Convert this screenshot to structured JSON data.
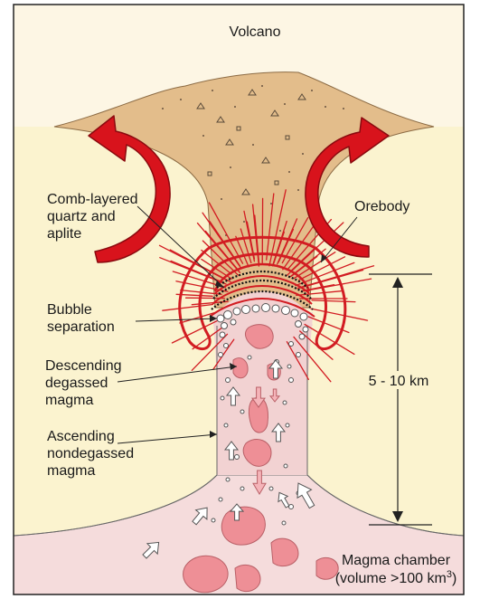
{
  "title": "Volcano",
  "labels": {
    "comb": [
      "Comb-layered",
      "quartz and",
      "aplite"
    ],
    "orebody": "Orebody",
    "bubble": [
      "Bubble",
      "separation"
    ],
    "descending": [
      "Descending",
      "degassed",
      "magma"
    ],
    "ascending": [
      "Ascending",
      "nondegassed",
      "magma"
    ],
    "depth": "5 - 10 km",
    "chamber_line1": "Magma chamber",
    "chamber_line2_prefix": "(volume >100 km",
    "chamber_line2_sup": "3",
    "chamber_line2_suffix": ")"
  },
  "colors": {
    "sky": "#fdf6e4",
    "crust": "#fbf3cf",
    "volcano": "#e3bd8b",
    "magma": "#f2d2d2",
    "chamber": "#f5dcdc",
    "blob": "#ee8f96",
    "arrow_red": "#d8131c",
    "arrow_outline": "#8a0a0f",
    "vein": "#d21c22",
    "gray_line": "#555555"
  },
  "icons": {
    "circulation_arrow": "curved-red-arrow-icon",
    "ascend_arrow": "white-up-arrow-icon",
    "descend_arrow": "pink-down-arrow-icon"
  }
}
